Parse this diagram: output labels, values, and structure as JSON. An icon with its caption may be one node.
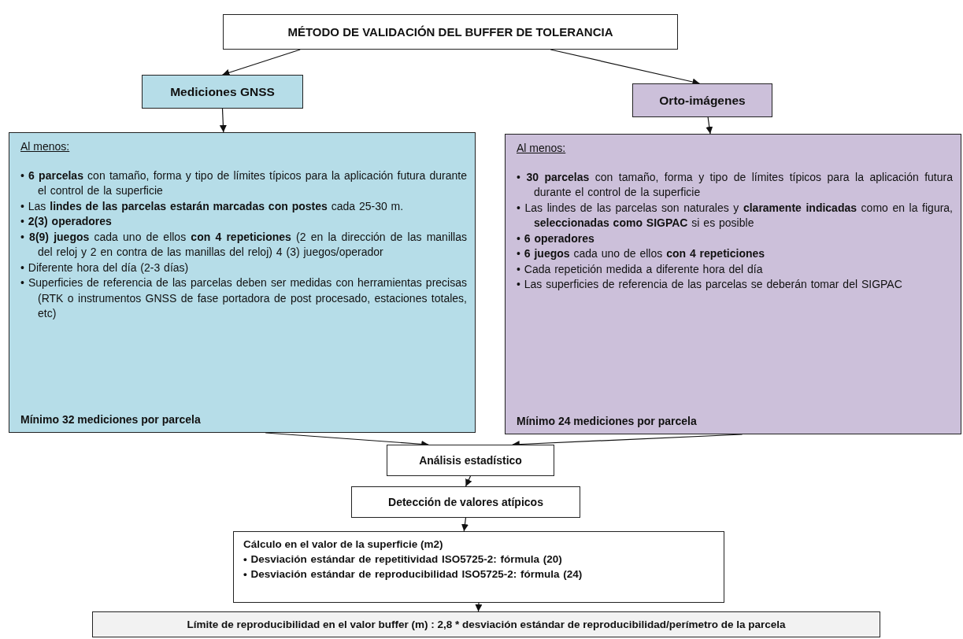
{
  "diagram": {
    "nodes": [
      {
        "text": [
          "MÉTODO DE VALIDACIÓN DEL BUFFER DE TOLERANCIA"
        ]
      },
      {
        "text": [
          "Mediciones GNSS"
        ]
      },
      {
        "text": [
          "Orto-imágenes"
        ]
      },
      {
        "text": [
          "Al menos:",
          "• **6 parcelas** con tamaño, forma y tipo de límites típicos para la aplicación futura durante el control de la superficie",
          "• Las **lindes de las parcelas estarán marcadas con postes** cada 25-30 m.",
          "• **2(3) operadores**",
          "• **8(9) juegos** cada uno de ellos **con 4 repeticiones** (2 en la dirección de las manillas del reloj y 2 en contra de las manillas del reloj) 4 (3) juegos/operador",
          "• Diferente hora del día (2-3 días)",
          "• Superficies de referencia de las parcelas deben ser medidas con herramientas precisas (RTK o instrumentos GNSS de fase portadora de post procesado, estaciones totales, etc)",
          "Mínimo 32 mediciones por parcela"
        ]
      },
      {
        "text": [
          "Al menos:",
          "• **30 parcelas** con tamaño, forma y tipo de límites típicos para la aplicación futura durante el control de la superficie",
          "• Las lindes de las parcelas son naturales y **claramente indicadas** como en la figura, **seleccionadas como SIGPAC** si es posible",
          "• **6 operadores**",
          "• **6 juegos** cada uno de ellos **con 4 repeticiones**",
          "• Cada repetición medida a diferente hora del día",
          "• Las superficies de referencia de las parcelas se deberán tomar del SIGPAC",
          "Mínimo 24 mediciones por parcela"
        ]
      },
      {
        "text": [
          "Análisis estadístico"
        ]
      },
      {
        "text": [
          "Detección de valores atípicos"
        ]
      },
      {
        "text": [
          "Cálculo en el valor de la superficie (m2)",
          "• Desviación estándar de repetitividad ISO5725-2: fórmula (20)",
          "• Desviación estándar de reproducibilidad ISO5725-2: fórmula (24)"
        ]
      },
      {
        "text": [
          "Límite de reproducibilidad en el valor buffer (m) : 2,8 * desviación estándar de reproducibilidad/perímetro de la parcela"
        ]
      }
    ],
    "edges": [
      {
        "from": 0,
        "to": 1,
        "arrow": "to"
      },
      {
        "from": 0,
        "to": 2,
        "arrow": "to"
      },
      {
        "from": 1,
        "to": 3,
        "arrow": "to"
      },
      {
        "from": 2,
        "to": 4,
        "arrow": "to"
      },
      {
        "from": 3,
        "to": 5,
        "arrow": "to"
      },
      {
        "from": 4,
        "to": 5,
        "arrow": "to"
      },
      {
        "from": 5,
        "to": 6,
        "arrow": "to"
      },
      {
        "from": 6,
        "to": 7,
        "arrow": "to"
      },
      {
        "from": 7,
        "to": 8,
        "arrow": "to"
      }
    ]
  }
}
